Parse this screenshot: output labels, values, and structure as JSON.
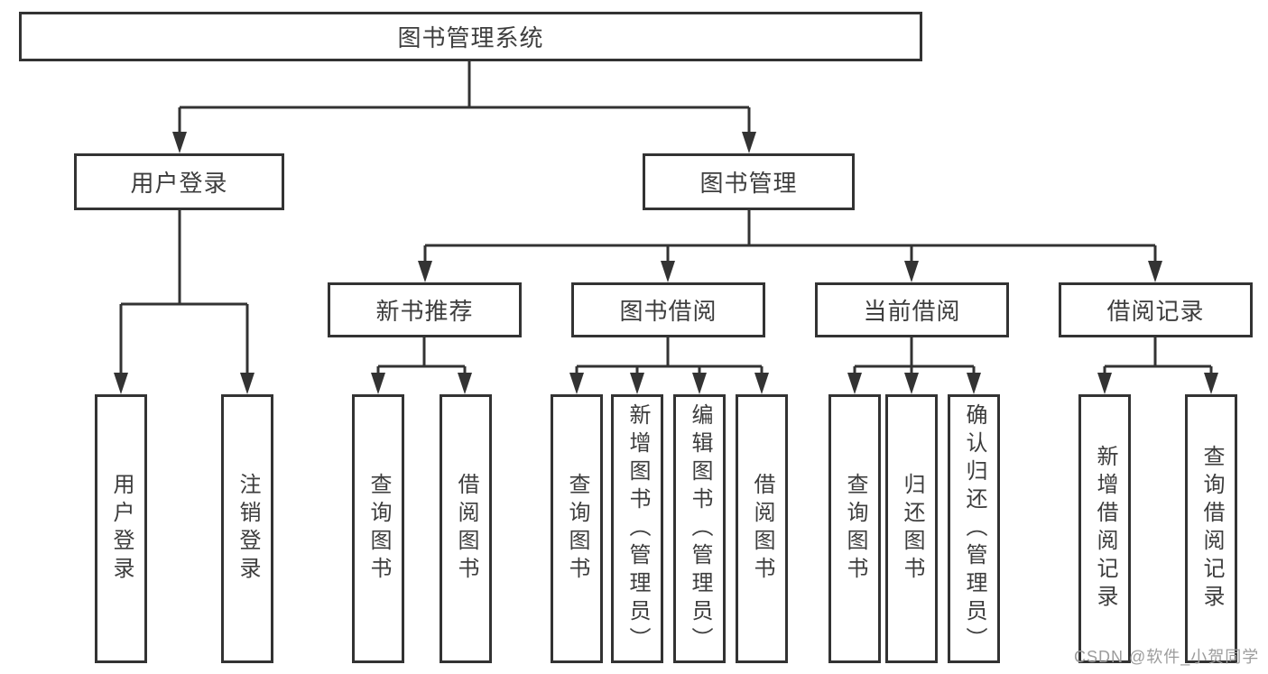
{
  "nodes": {
    "root": "图书管理系统",
    "userLogin": "用户登录",
    "bookManage": "图书管理",
    "newBookRecommend": "新书推荐",
    "bookBorrow": "图书借阅",
    "currentBorrow": "当前借阅",
    "borrowRecord": "借阅记录",
    "userLoginLeaf": "用户登录",
    "logoutLeaf": "注销登录",
    "queryBookA": "查询图书",
    "borrowBookA": "借阅图书",
    "queryBookB": "查询图书",
    "addBookAdmin": "新增图书（管理员）",
    "editBookAdmin": "编辑图书（管理员）",
    "borrowBookB": "借阅图书",
    "queryBookC": "查询图书",
    "returnBook": "归还图书",
    "confirmReturnAdmin": "确认归还（管理员）",
    "addBorrowRecord": "新增借阅记录",
    "queryBorrowRecord": "查询借阅记录"
  },
  "watermark": {
    "text": "CSDN @软件_小贺同学"
  },
  "colors": {
    "line": "#333333",
    "text": "#3d3d3d",
    "watermark": "#9c9c9c",
    "background": "#ffffff"
  }
}
